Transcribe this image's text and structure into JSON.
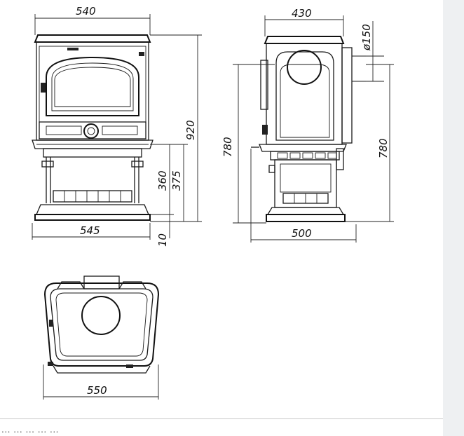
{
  "dimensions": {
    "front_width_top": "540",
    "front_base_width": "545",
    "front_total_height": "920",
    "front_leg_height_1": "360",
    "front_leg_height_2": "375",
    "front_foot_height": "10",
    "side_width_top": "430",
    "flue_diameter": "ø150",
    "side_flue_height_left": "780",
    "side_flue_height_right": "780",
    "side_depth_base": "500",
    "top_view_width": "550"
  },
  "caption": {
    "text": "... ... ... ... ..."
  },
  "colors": {
    "line": "#1a1a1a",
    "background": "#ffffff",
    "gutter": "#eef0f2"
  }
}
